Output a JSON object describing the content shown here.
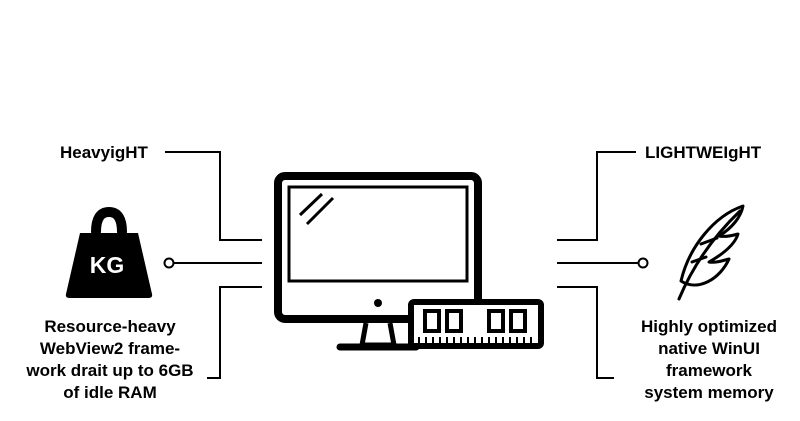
{
  "left": {
    "title": "HeavyigHT",
    "badge": "KG",
    "description_lines": [
      "Resource-heavy",
      "WebView2 frame-",
      "work drait up to 6GB",
      "of idle RAM"
    ]
  },
  "right": {
    "title": "LIGHTWEIgHT",
    "description_lines": [
      "Highly optimized",
      "native WinUI",
      "framework",
      "system memory"
    ]
  },
  "icons": [
    "kettlebell-weight-icon",
    "computer-monitor-icon",
    "ram-module-icon",
    "feather-icon"
  ],
  "colors": {
    "ink": "#000000",
    "background": "#ffffff"
  }
}
